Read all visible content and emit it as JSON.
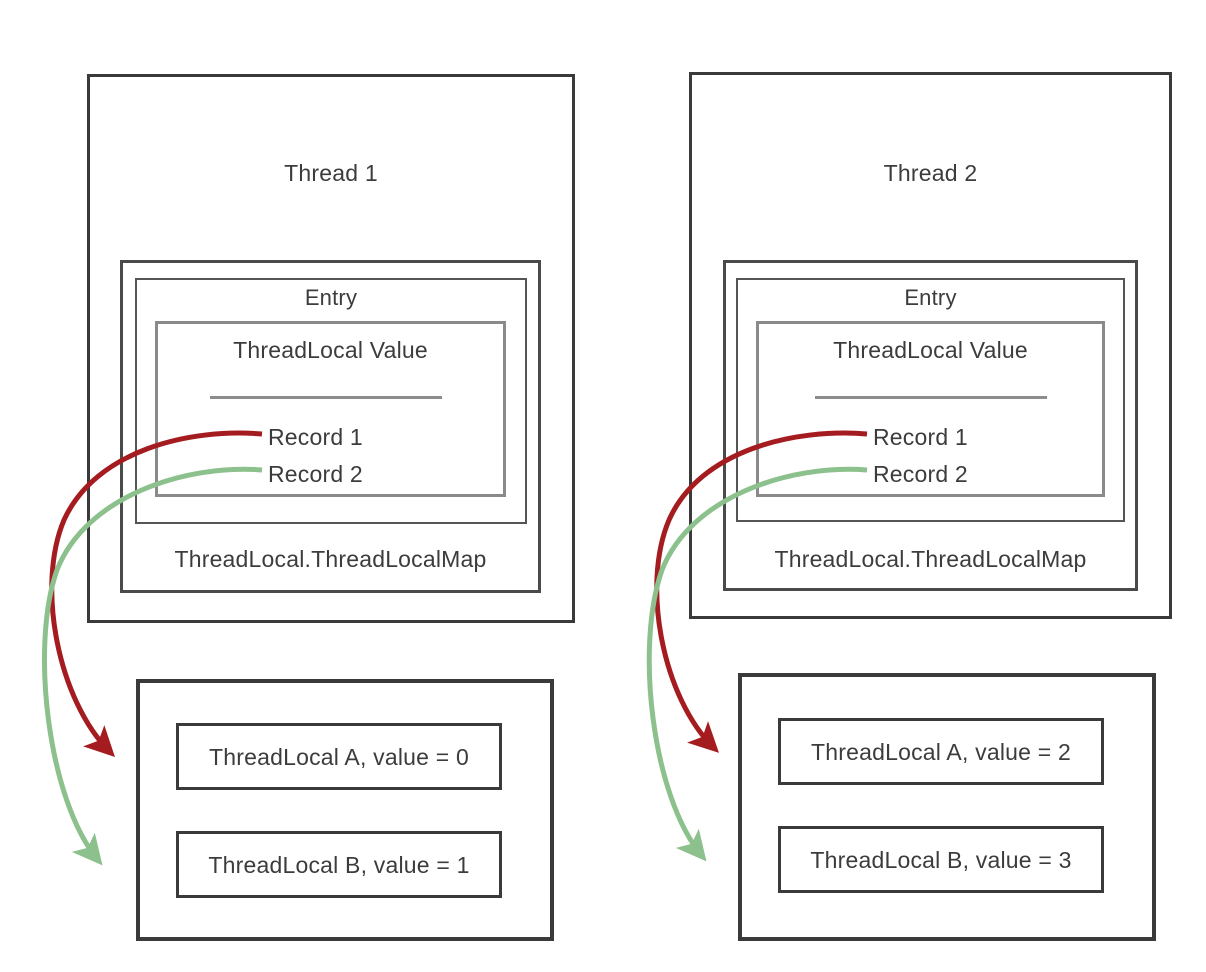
{
  "diagram": {
    "title": "ThreadLocal per-thread storage diagram",
    "colors": {
      "record1_arrow": "#A51C20",
      "record2_arrow": "#8CC08C",
      "box_border": "#3a3a3a",
      "inner_border": "#8a8a8a",
      "text": "#3c3c3c",
      "background": "#ffffff"
    },
    "panels": [
      {
        "id": "thread-1",
        "thread_title": "Thread 1",
        "map_title": "ThreadLocal.ThreadLocalMap",
        "entry_title": "Entry",
        "value_header": "ThreadLocal  Value",
        "records": [
          {
            "label": "Record 1",
            "arrow_color": "#A51C20"
          },
          {
            "label": "Record 2",
            "arrow_color": "#8CC08C"
          }
        ],
        "store": {
          "items": [
            {
              "label": "ThreadLocal A, value = 0"
            },
            {
              "label": "ThreadLocal B, value = 1"
            }
          ]
        }
      },
      {
        "id": "thread-2",
        "thread_title": "Thread 2",
        "map_title": "ThreadLocal.ThreadLocalMap",
        "entry_title": "Entry",
        "value_header": "ThreadLocal  Value",
        "records": [
          {
            "label": "Record 1",
            "arrow_color": "#A51C20"
          },
          {
            "label": "Record 2",
            "arrow_color": "#8CC08C"
          }
        ],
        "store": {
          "items": [
            {
              "label": "ThreadLocal A, value = 2"
            },
            {
              "label": "ThreadLocal B, value = 3"
            }
          ]
        }
      }
    ]
  }
}
